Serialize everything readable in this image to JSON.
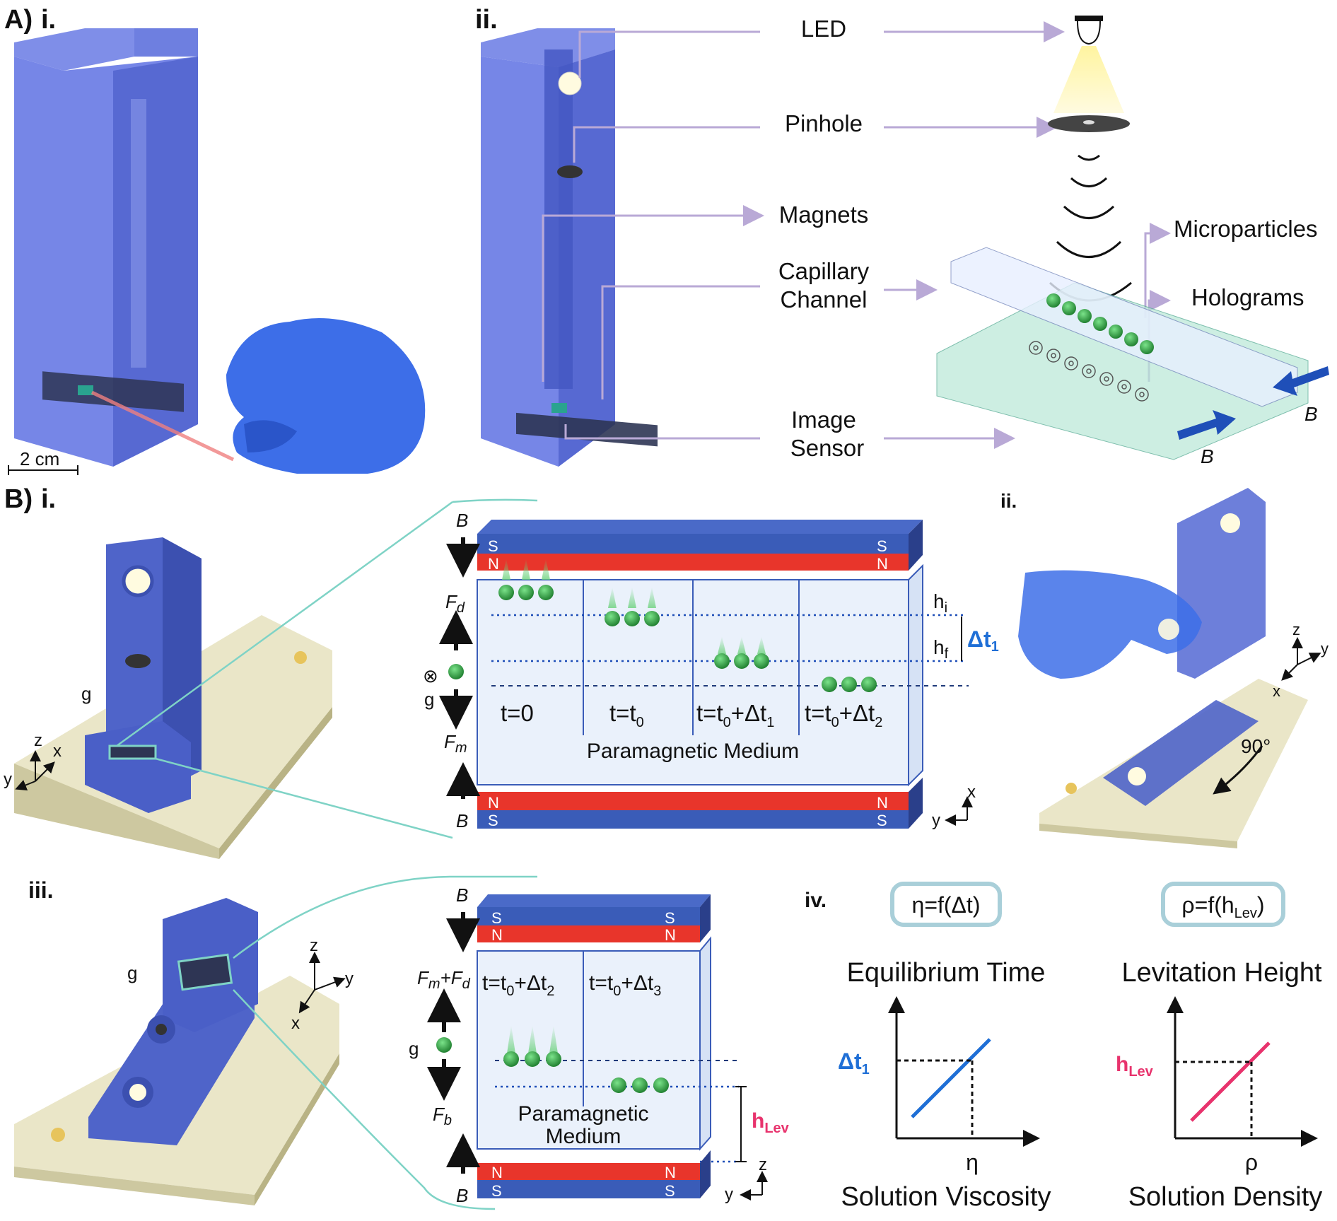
{
  "panelA": {
    "header": "A)",
    "sub_i": "i.",
    "sub_ii": "ii.",
    "scale": "2 cm",
    "labels": {
      "led": "LED",
      "pinhole": "Pinhole",
      "magnets": "Magnets",
      "capillary_line1": "Capillary",
      "capillary_line2": "Channel",
      "sensor_line1": "Image",
      "sensor_line2": "Sensor",
      "microparticles": "Microparticles",
      "holograms": "Holograms",
      "b_vector": "B"
    }
  },
  "panelB": {
    "header": "B)",
    "sub_i": "i.",
    "sub_ii": "ii.",
    "sub_iii": "iii.",
    "sub_iv": "iv.",
    "axes": {
      "x": "x",
      "y": "y",
      "z": "z"
    },
    "gravity": "g",
    "magnet_s": "S",
    "magnet_n": "N",
    "b_vector": "B",
    "angle": "90°",
    "top_diagram": {
      "fd": "F",
      "fd_sub": "d",
      "fm": "F",
      "fm_sub": "m",
      "into_page": "⊗",
      "cells": [
        "t=0",
        "t=t",
        "t=t",
        "t=t"
      ],
      "cell_t0": "t=0",
      "cell_t1_main": "t=t",
      "cell_t1_sub": "0",
      "cell_t2_main": "t=t",
      "cell_t2_sub": "0",
      "cell_t2_rest": "+Δt",
      "cell_t2_sub2": "1",
      "cell_t3_main": "t=t",
      "cell_t3_sub": "0",
      "cell_t3_rest": "+Δt",
      "cell_t3_sub2": "2",
      "medium": "Paramagnetic Medium",
      "hi": "h",
      "hi_sub": "i",
      "hf": "h",
      "hf_sub": "f",
      "dt": "Δt",
      "dt_sub": "1"
    },
    "bottom_diagram": {
      "fmfd_a": "F",
      "fmfd_a_sub": "m",
      "fmfd_plus": "+",
      "fmfd_b": "F",
      "fmfd_b_sub": "d",
      "fb": "F",
      "fb_sub": "b",
      "cell_a_main": "t=t",
      "cell_a_sub": "0",
      "cell_a_rest": "+Δt",
      "cell_a_sub2": "2",
      "cell_b_main": "t=t",
      "cell_b_sub": "0",
      "cell_b_rest": "+Δt",
      "cell_b_sub2": "3",
      "medium_line1": "Paramagnetic",
      "medium_line2": "Medium",
      "hlev": "h",
      "hlev_sub": "Lev"
    },
    "graphs": {
      "eta_box": "η=f(Δt)",
      "rho_box_main": "ρ=f(h",
      "rho_box_sub": "Lev",
      "rho_box_end": ")",
      "eq_title": "Equilibrium Time",
      "lev_title": "Levitation Height",
      "eq_y": "Δt",
      "eq_y_sub": "1",
      "eq_x": "η",
      "lev_y": "h",
      "lev_y_sub": "Lev",
      "lev_x": "ρ",
      "eq_xlabel": "Solution Viscosity",
      "lev_xlabel": "Solution Density"
    }
  },
  "colors": {
    "device_blue": "#5b6fd6",
    "magnet_red": "#e8352b",
    "magnet_blue": "#3a5cb8",
    "chamber": "#eaf1fb",
    "line_purple": "#b9a9d6",
    "teal": "#7fd3c6",
    "eq_blue": "#1f6fd6",
    "lev_pink": "#e8336d"
  }
}
